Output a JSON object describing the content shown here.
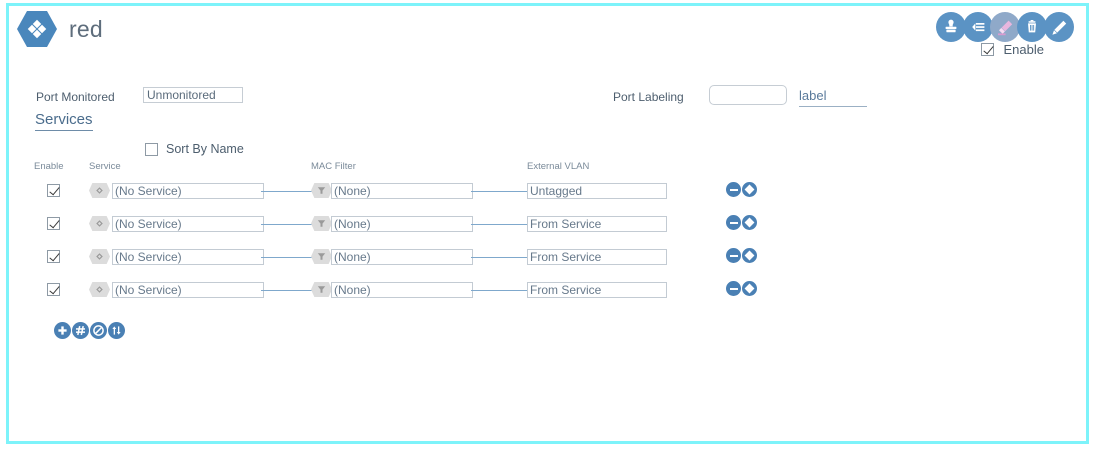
{
  "header": {
    "logo_icon": "hexagon-diamond-logo",
    "title": "red",
    "actions": [
      {
        "name": "stamp-icon",
        "label": "Stamp"
      },
      {
        "name": "list-icon",
        "label": "List"
      },
      {
        "name": "highlighter-icon",
        "label": "Highlighter"
      },
      {
        "name": "trash-icon",
        "label": "Delete"
      },
      {
        "name": "pencil-icon",
        "label": "Edit"
      }
    ],
    "enable_checkbox": {
      "label": "Enable",
      "checked": true
    }
  },
  "form": {
    "port_monitored_label": "Port Monitored",
    "port_monitored_value": "Unmonitored",
    "port_labeling_label": "Port Labeling",
    "port_labeling_value": "",
    "port_labeling_placeholder": "",
    "port_labeling_link": "label"
  },
  "services": {
    "heading": "Services",
    "sort_by_name_label": "Sort By Name",
    "sort_by_name_checked": false,
    "columns": {
      "enable": "Enable",
      "service": "Service",
      "mac_filter": "MAC Filter",
      "external_vlan": "External VLAN"
    },
    "rows": [
      {
        "enabled": true,
        "service": "(No Service)",
        "mac_filter": "(None)",
        "external_vlan": "Untagged"
      },
      {
        "enabled": true,
        "service": "(No Service)",
        "mac_filter": "(None)",
        "external_vlan": "From Service"
      },
      {
        "enabled": true,
        "service": "(No Service)",
        "mac_filter": "(None)",
        "external_vlan": "From Service"
      },
      {
        "enabled": true,
        "service": "(No Service)",
        "mac_filter": "(None)",
        "external_vlan": "From Service"
      }
    ],
    "row_actions": [
      {
        "name": "remove-row-icon",
        "label": "Remove"
      },
      {
        "name": "edit-row-icon",
        "label": "Edit"
      }
    ],
    "toolbar": [
      {
        "name": "add-icon",
        "label": "Add"
      },
      {
        "name": "grid-icon",
        "label": "Grid"
      },
      {
        "name": "no-entry-icon",
        "label": "Disable"
      },
      {
        "name": "swap-arrows-icon",
        "label": "Reorder"
      }
    ]
  },
  "colors": {
    "frame_border": "#7DF3FA",
    "accent_blue": "#4A80B4",
    "header_icon_blue": "#5B93C4",
    "highlighter": "#8FA9C9",
    "text": "#4D5E6E",
    "field_border": "#C3CBD3"
  }
}
